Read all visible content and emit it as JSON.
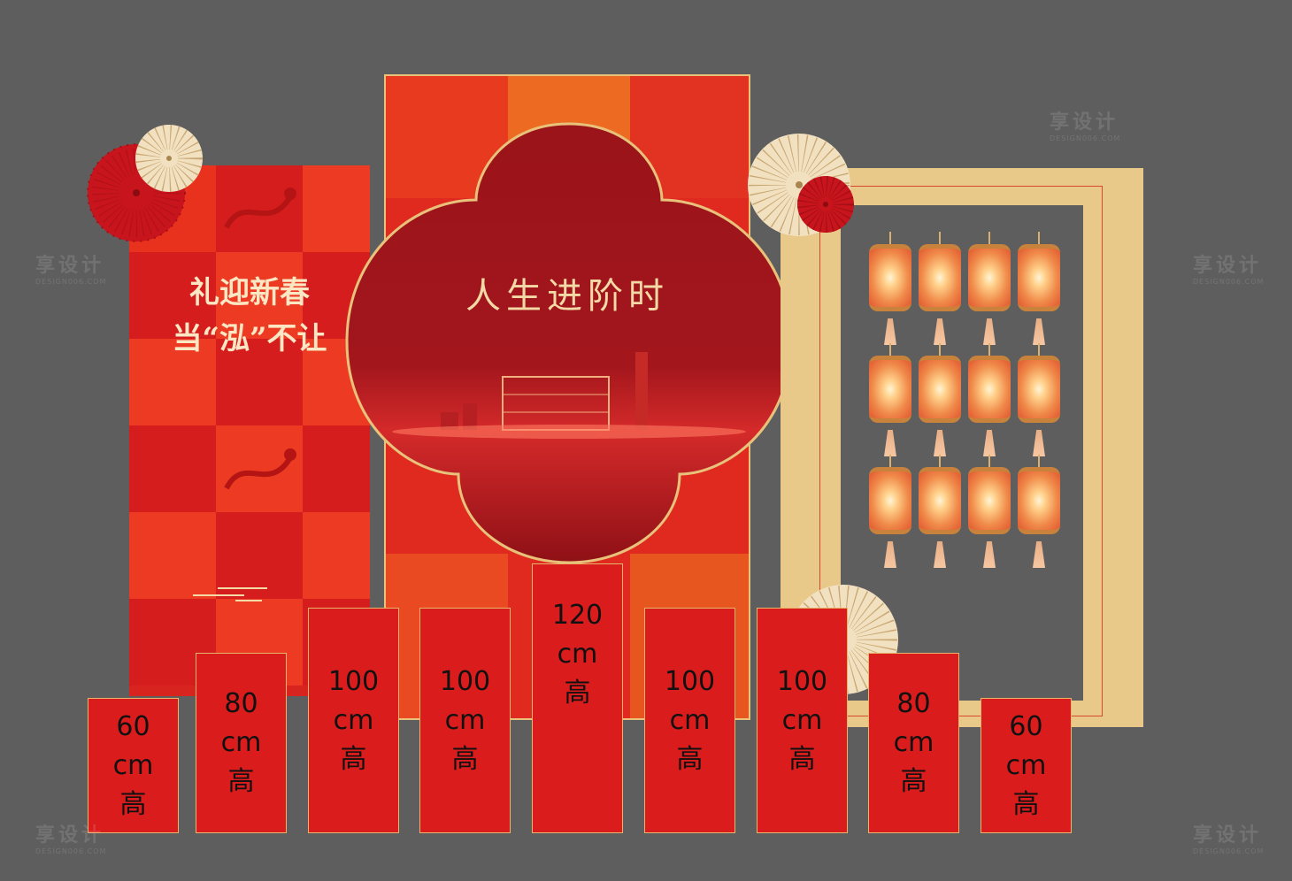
{
  "left_board": {
    "line1": "礼迎新春",
    "line2": "当“泓”不让"
  },
  "center_board": {
    "title": "人生进阶时"
  },
  "boxes": [
    {
      "text": "60\ncm\n高"
    },
    {
      "text": "80\ncm\n高"
    },
    {
      "text": "100\ncm\n高"
    },
    {
      "text": "100\ncm\n高"
    },
    {
      "text": "120\ncm\n高"
    },
    {
      "text": "100\ncm\n高"
    },
    {
      "text": "100\ncm\n高"
    },
    {
      "text": "80\ncm\n高"
    },
    {
      "text": "60\ncm\n高"
    }
  ],
  "watermark": {
    "text": "享设计",
    "sub": "DESIGN006.COM"
  },
  "colors": {
    "background": "#5e5e5e",
    "red": "#da1c1c",
    "gold": "#e8c98a",
    "title_gold": "#f3d9a6"
  }
}
